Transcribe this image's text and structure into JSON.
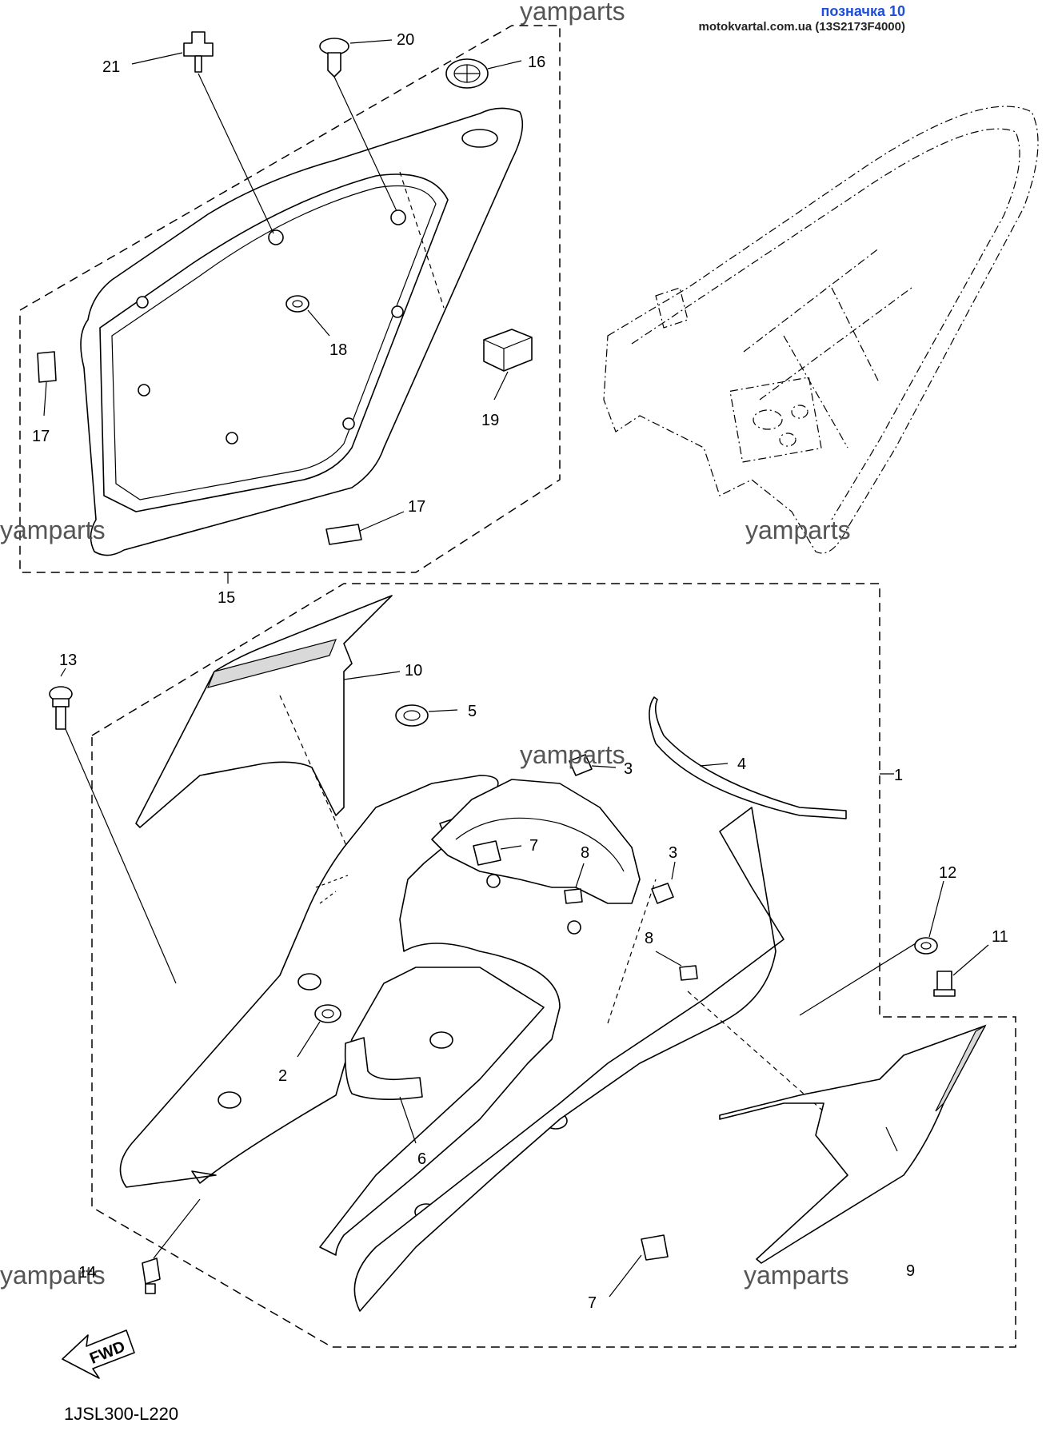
{
  "header": {
    "title": "позначка 10",
    "site": "motokvartal.com.ua (13S2173F4000)"
  },
  "diagram_code": "1JSL300-L220",
  "watermark": "yamparts",
  "fwd_label": "FWD",
  "callouts": {
    "c1": "1",
    "c2": "2",
    "c3a": "3",
    "c3b": "3",
    "c4": "4",
    "c5": "5",
    "c6": "6",
    "c7a": "7",
    "c7b": "7",
    "c8a": "8",
    "c8b": "8",
    "c9": "9",
    "c10": "10",
    "c11": "11",
    "c12": "12",
    "c13": "13",
    "c14": "14",
    "c15": "15",
    "c16": "16",
    "c17a": "17",
    "c17b": "17",
    "c18": "18",
    "c19": "19",
    "c20": "20",
    "c21": "21"
  }
}
